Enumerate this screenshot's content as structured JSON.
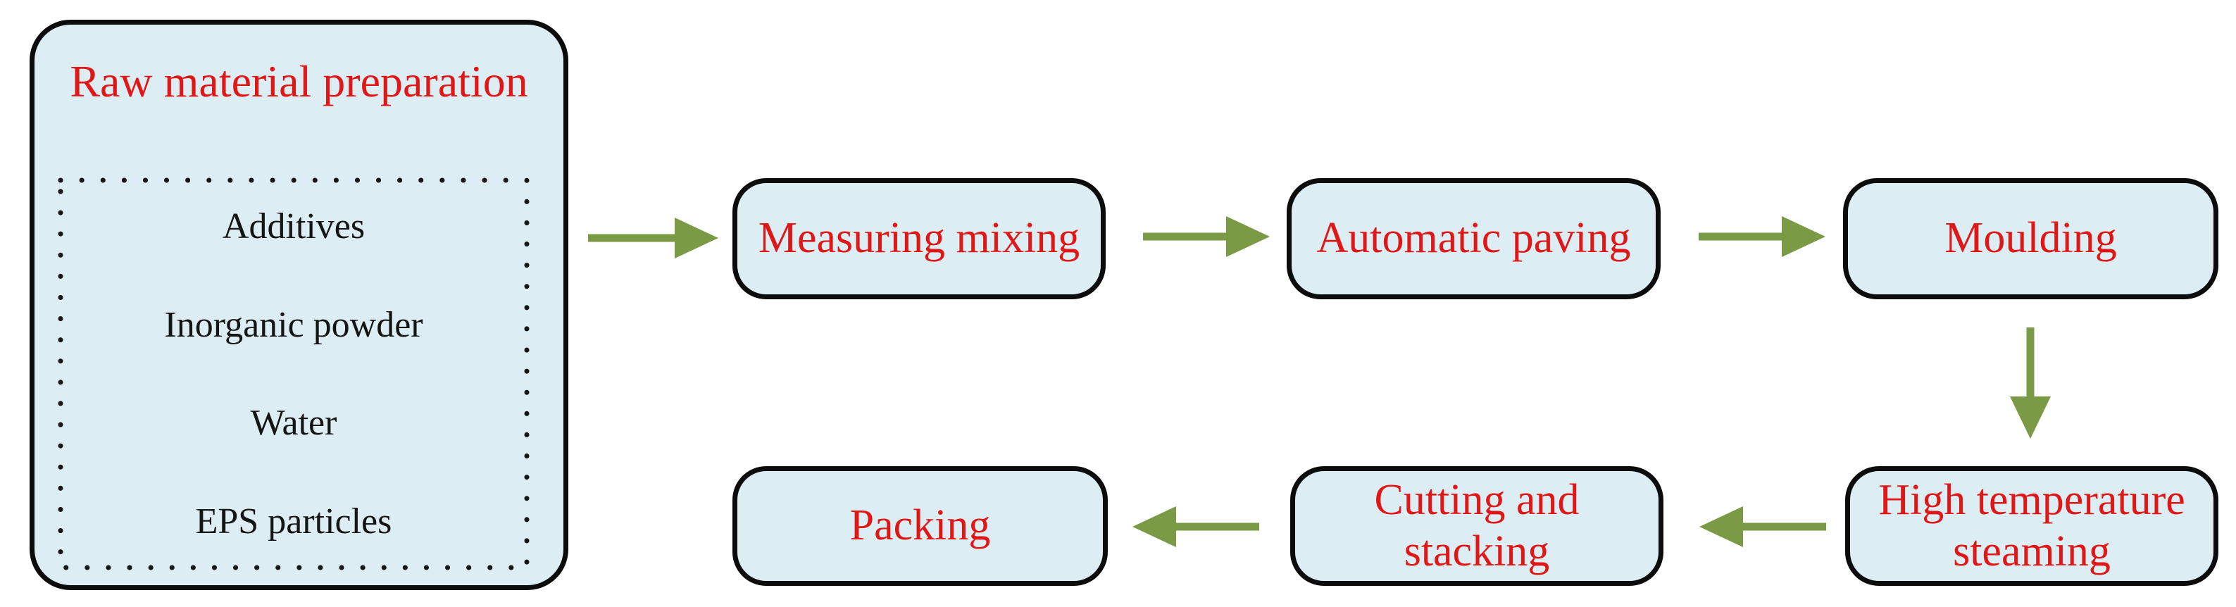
{
  "figure": {
    "raw_material": {
      "label": "Raw material preparation",
      "ingredients": [
        "Additives",
        "Inorganic powder",
        "Water",
        "EPS particles"
      ]
    },
    "steps": {
      "measuring_mixing": "Measuring mixing",
      "automatic_paving": "Automatic paving",
      "moulding": "Moulding",
      "high_temperature_steaming": "High temperature steaming",
      "cutting_and_stacking": "Cutting and stacking",
      "packing": "Packing"
    },
    "colors": {
      "box_fill": "#dcedf3",
      "box_border": "#0c0c0c",
      "step_text": "#e01717",
      "item_text": "#151515",
      "arrow": "#7a9a45"
    }
  }
}
